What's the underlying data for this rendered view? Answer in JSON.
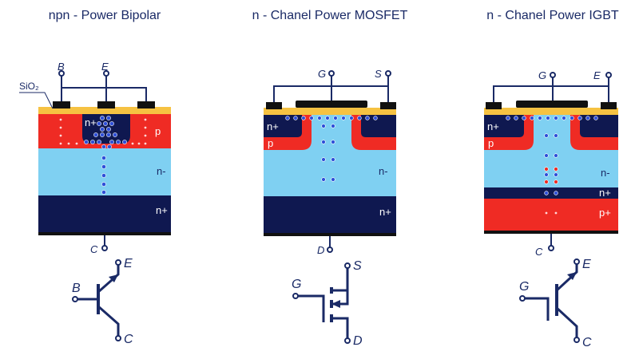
{
  "bipolar": {
    "title": "npn - Power Bipolar",
    "oxide_label": "SiO₂",
    "terminals": {
      "base": "B",
      "emitter": "E",
      "collector": "C"
    },
    "regions": {
      "emitter": "n+",
      "base": "p",
      "drift": "n-",
      "substrate": "n+"
    },
    "symbol": {
      "base": "B",
      "emitter": "E",
      "collector": "C"
    }
  },
  "mosfet": {
    "title": "n - Chanel Power MOSFET",
    "terminals": {
      "gate": "G",
      "source": "S",
      "drain": "D"
    },
    "regions": {
      "source": "n+",
      "body": "p",
      "drift": "n-",
      "substrate": "n+"
    },
    "symbol": {
      "gate": "G",
      "source": "S",
      "drain": "D"
    }
  },
  "igbt": {
    "title": "n - Chanel Power IGBT",
    "terminals": {
      "gate": "G",
      "emitter": "E",
      "collector": "C"
    },
    "regions": {
      "emitter": "n+",
      "body": "p",
      "drift": "n-",
      "buffer": "n+",
      "collector": "p+"
    },
    "symbol": {
      "gate": "G",
      "emitter": "E",
      "collector": "C"
    }
  },
  "colors": {
    "oxide": "#f6c242",
    "n_plus": "#0f1850",
    "p": "#ef2b24",
    "n_minus": "#7fd0f2",
    "metal": "#111111",
    "electron": "#2e4fd8",
    "hole": "#ffffff",
    "wire": "#1a2a66"
  }
}
